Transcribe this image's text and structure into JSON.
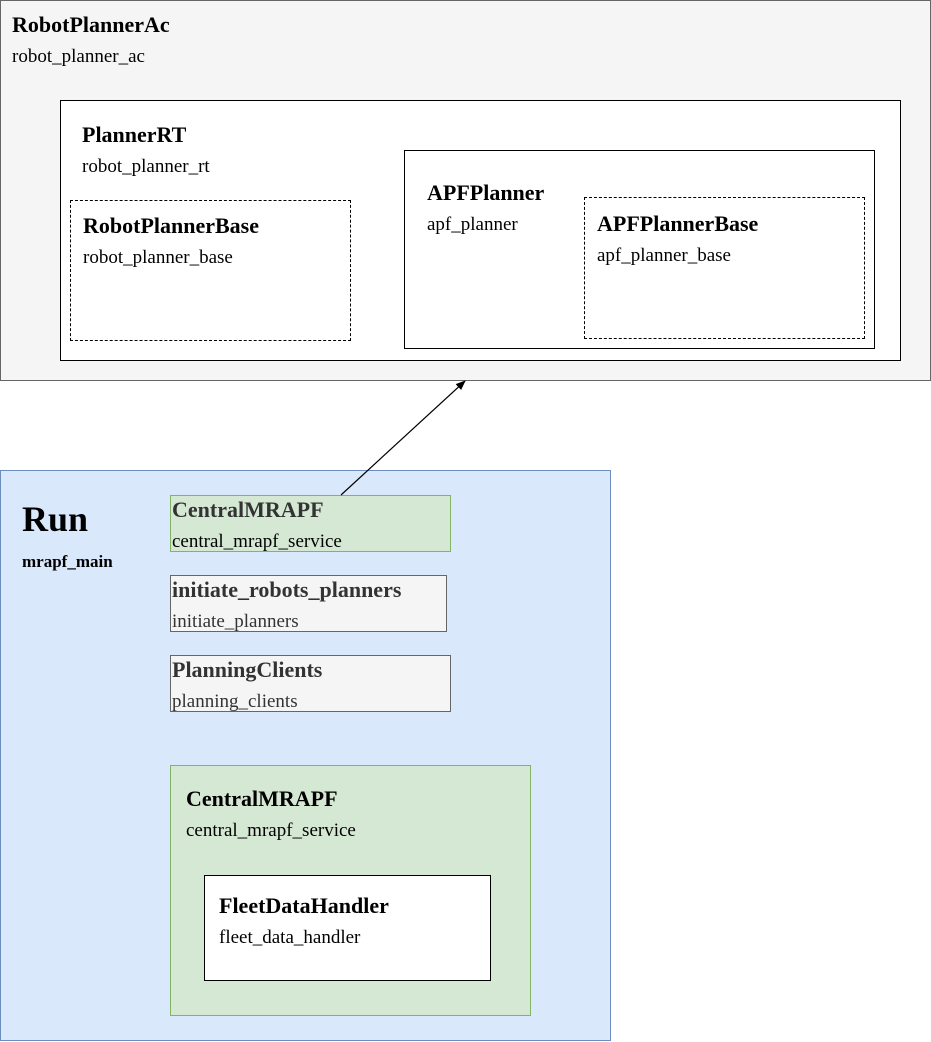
{
  "robot_planner_ac": {
    "title": "RobotPlannerAc",
    "module": "robot_planner_ac",
    "planner_rt": {
      "title": "PlannerRT",
      "module": "robot_planner_rt",
      "robot_planner_base": {
        "title": "RobotPlannerBase",
        "module": "robot_planner_base"
      },
      "apf_planner": {
        "title": "APFPlanner",
        "module": "apf_planner",
        "apf_planner_base": {
          "title": "APFPlannerBase",
          "module": "apf_planner_base"
        }
      }
    }
  },
  "run": {
    "title": "Run",
    "module": "mrapf_main",
    "central_mrapf_ref": {
      "title": "CentralMRAPF",
      "module": "central_mrapf_service"
    },
    "initiate_robots_planners": {
      "title": "initiate_robots_planners",
      "module": "initiate_planners"
    },
    "planning_clients": {
      "title": "PlanningClients",
      "module": "planning_clients"
    },
    "central_mrapf": {
      "title": "CentralMRAPF",
      "module": "central_mrapf_service",
      "fleet_data_handler": {
        "title": "FleetDataHandler",
        "module": "fleet_data_handler"
      }
    }
  },
  "colors": {
    "outer_gray_fill": "#f5f5f5",
    "blue_fill": "#dae8fc",
    "blue_stroke": "#6c8ebf",
    "green_fill": "#d5e8d4",
    "green_stroke": "#82b366"
  }
}
